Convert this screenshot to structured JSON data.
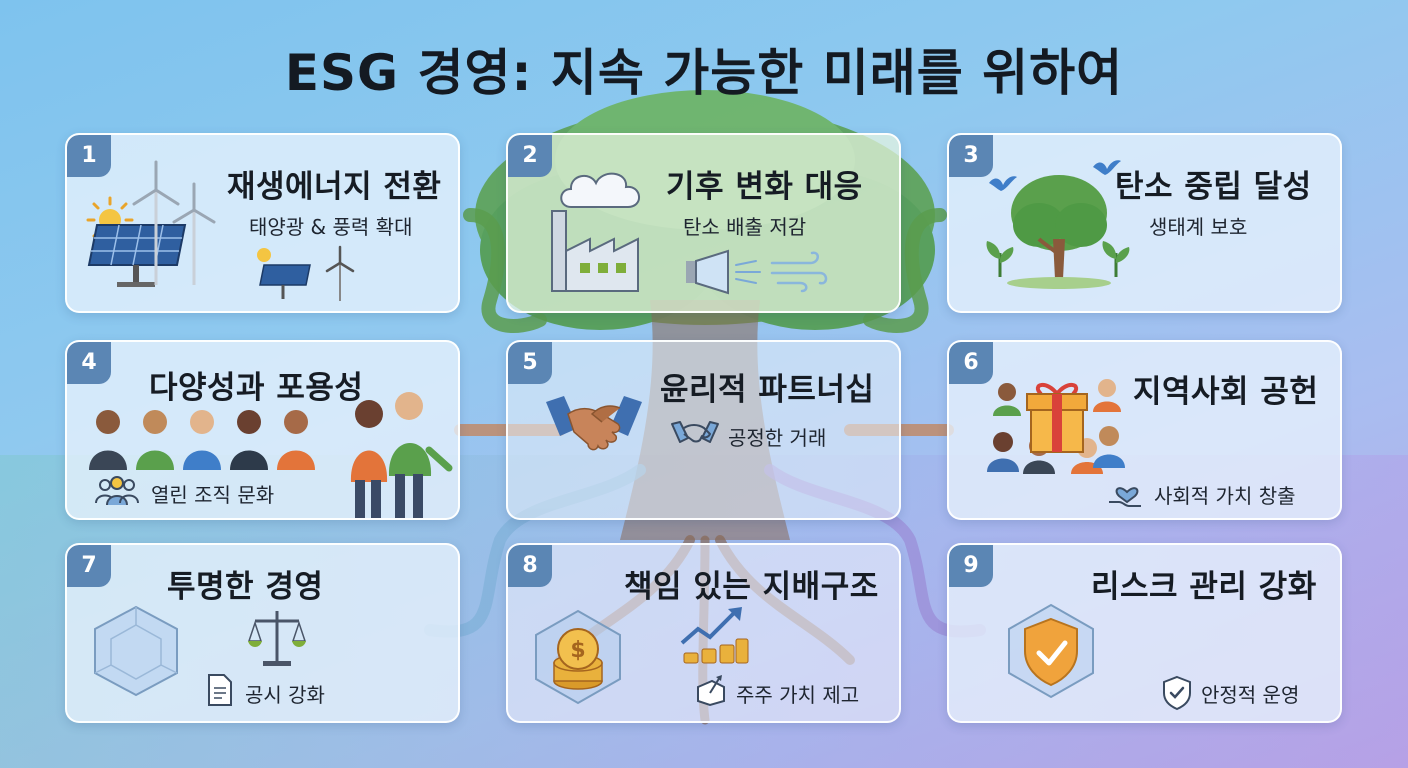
{
  "title": "ESG 경영: 지속 가능한 미래를 위하여",
  "cards": [
    {
      "num": "1",
      "title": "재생에너지 전환",
      "subtitle": "태양광 & 풍력 확대",
      "icons": [
        "solar-panel-icon",
        "wind-turbine-icon",
        "sun-icon"
      ]
    },
    {
      "num": "2",
      "title": "기후 변화 대응",
      "subtitle": "탄소 배출 저감",
      "icons": [
        "factory-icon",
        "cloud-icon",
        "air-filter-icon",
        "wind-icon"
      ]
    },
    {
      "num": "3",
      "title": "탄소 중립 달성",
      "subtitle": "생태계 보호",
      "icons": [
        "tree-icon",
        "bird-icon",
        "sprout-icon"
      ]
    },
    {
      "num": "4",
      "title": "다양성과 포용성",
      "subtitle": "열린 조직 문화",
      "icons": [
        "people-group-icon",
        "team-icon"
      ]
    },
    {
      "num": "5",
      "title": "윤리적 파트너십",
      "subtitle": "공정한 거래",
      "icons": [
        "handshake-icon"
      ]
    },
    {
      "num": "6",
      "title": "지역사회 공헌",
      "subtitle": "사회적 가치 창출",
      "icons": [
        "gift-box-icon",
        "community-icon",
        "heart-hand-icon"
      ]
    },
    {
      "num": "7",
      "title": "투명한 경영",
      "subtitle": "공시 강화",
      "icons": [
        "glass-cube-icon",
        "scales-icon",
        "document-icon"
      ]
    },
    {
      "num": "8",
      "title": "책임 있는 지배구조",
      "subtitle": "주주 가치 제고",
      "icons": [
        "coin-stack-icon",
        "growth-chart-icon",
        "box-arrow-icon"
      ]
    },
    {
      "num": "9",
      "title": "리스크 관리 강화",
      "subtitle": "안정적 운영",
      "icons": [
        "shield-check-icon"
      ]
    }
  ],
  "colors": {
    "badge": "#5b86b4",
    "title_text": "#141a22",
    "tree_trunk": "#8a6a58",
    "leaf_green": "#4f9a45",
    "solar_blue": "#2f5fa0",
    "coin_gold": "#e9b13c",
    "shield_orange": "#f0a33c"
  }
}
